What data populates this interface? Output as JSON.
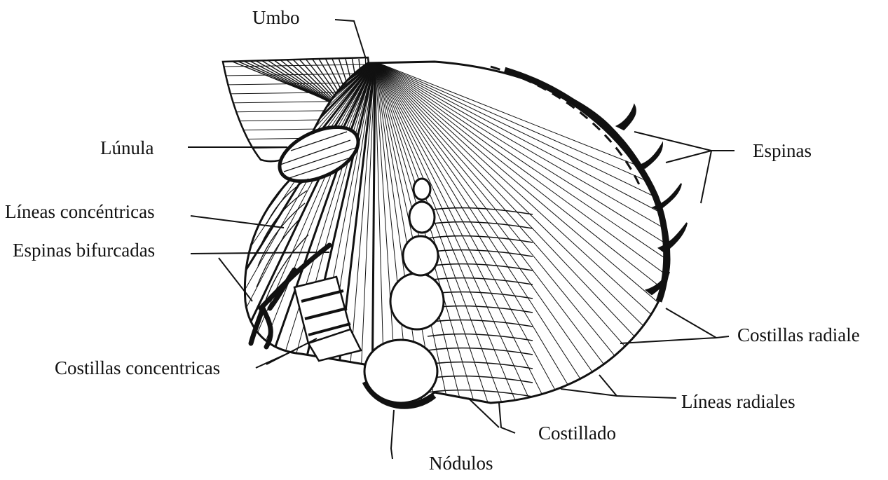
{
  "diagram": {
    "labels": {
      "umbo": "Umbo",
      "lunula": "Lúnula",
      "lineas_concentricas": "Líneas concéntricas",
      "espinas_bifurcadas": "Espinas bifurcadas",
      "costillas_concentricas": "Costillas concentricas",
      "nodulos": "Nódulos",
      "costillado": "Costillado",
      "lineas_radiales": "Líneas radiales",
      "costillas_radiales": "Costillas radiale",
      "espinas": "Espinas"
    },
    "ink_color": "#111111",
    "paper_color": "#ffffff"
  }
}
